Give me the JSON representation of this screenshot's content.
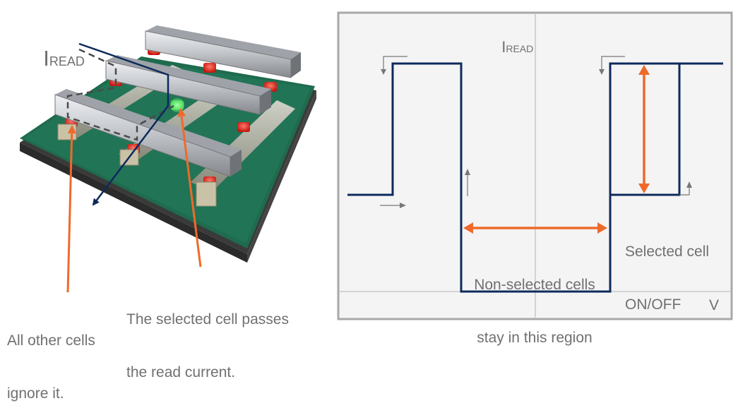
{
  "left_panel": {
    "current_label": {
      "main": "I",
      "sub": "READ"
    },
    "annotation_selected": {
      "line1": "The selected cell passes",
      "line2": "the read current."
    },
    "annotation_others": {
      "line1": "All other cells",
      "line2": "ignore it."
    }
  },
  "right_panel": {
    "y_axis_label": {
      "main": "I",
      "sub": "READ"
    },
    "x_axis_label": "V",
    "annotation_nonselected": {
      "line1": "Non-selected cells",
      "line2": "stay in this region"
    },
    "annotation_selected_state": {
      "line1": "Selected cell",
      "line2": "ON/OFF"
    }
  },
  "colors": {
    "path": "#0d2a5c",
    "accent": "#ef6a2a",
    "text": "#707070",
    "panel_bg": "#f4f4f4",
    "panel_border": "#a8a8a8",
    "board": "#1f6b4e",
    "rail": "#b9bcc2",
    "cell_red": "#e3241b",
    "cell_green": "#3ee05a"
  }
}
